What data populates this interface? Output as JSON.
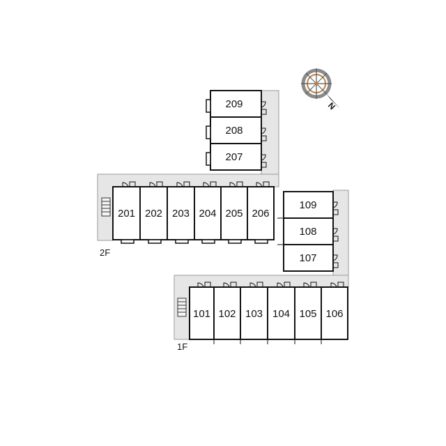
{
  "floors": {
    "second": {
      "label": "2F",
      "rooms_row": [
        "201",
        "202",
        "203",
        "204",
        "205",
        "206"
      ],
      "rooms_column": [
        "209",
        "208",
        "207"
      ]
    },
    "first": {
      "label": "1F",
      "rooms_row": [
        "101",
        "102",
        "103",
        "104",
        "105",
        "106"
      ],
      "rooms_column": [
        "109",
        "108",
        "107"
      ]
    }
  },
  "compass": {
    "label": "N",
    "icon": "compass-rose-icon"
  },
  "colors": {
    "corridor": "#e6e6e6",
    "wall": "#111111",
    "room_fill": "#ffffff",
    "compass_accent": "#b5814a"
  }
}
